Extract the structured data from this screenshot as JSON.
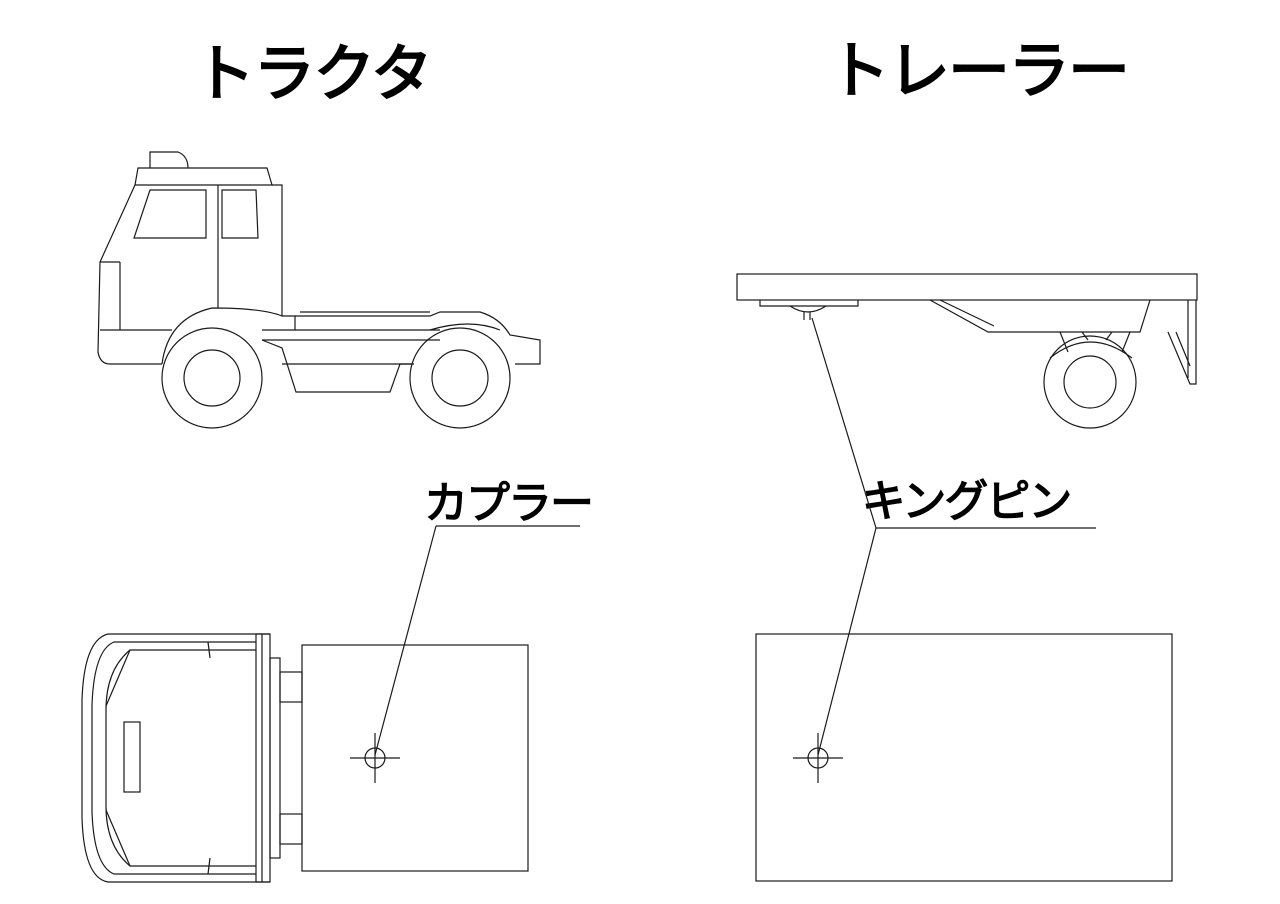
{
  "titles": {
    "tractor": "トラクタ",
    "trailer": "トレーラー"
  },
  "labels": {
    "coupler": "カプラー",
    "kingpin": "キングピン"
  }
}
